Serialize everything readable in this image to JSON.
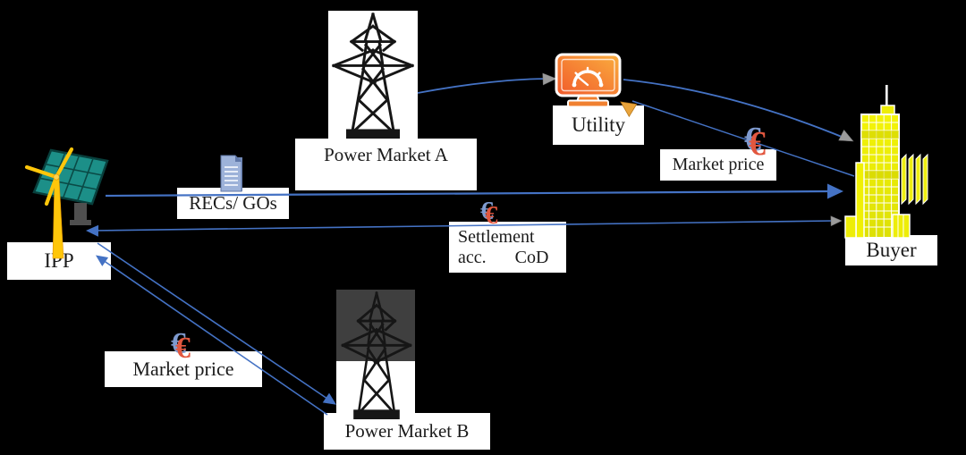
{
  "diagram": {
    "nodes": {
      "ipp": {
        "label": "IPP"
      },
      "power_market_a": {
        "label": "Power Market A"
      },
      "power_market_b": {
        "label": "Power Market B"
      },
      "utility": {
        "label": "Utility"
      },
      "buyer": {
        "label": "Buyer"
      }
    },
    "flow_labels": {
      "recs_gos": "RECs/ GOs",
      "market_price_utility": "Market price",
      "market_price_pmb": "Market price",
      "settlement_line1": "Settlement",
      "settlement_acc": "acc.",
      "settlement_cod": "CoD"
    },
    "symbols": {
      "euro": "€"
    },
    "colors": {
      "background": "#000000",
      "line_blue": "#4472C4",
      "arrow_gray": "#9B9B9B",
      "arrow_yellow": "#E9A43C",
      "monitor_orange_dark": "#F1592B",
      "monitor_orange_light": "#FAAE3E",
      "building_yellow": "#EDED08",
      "solar_panel_teal": "#1C8F88",
      "turbine_yellow": "#FFC60A",
      "document_blue": "#9DB2D9"
    }
  }
}
